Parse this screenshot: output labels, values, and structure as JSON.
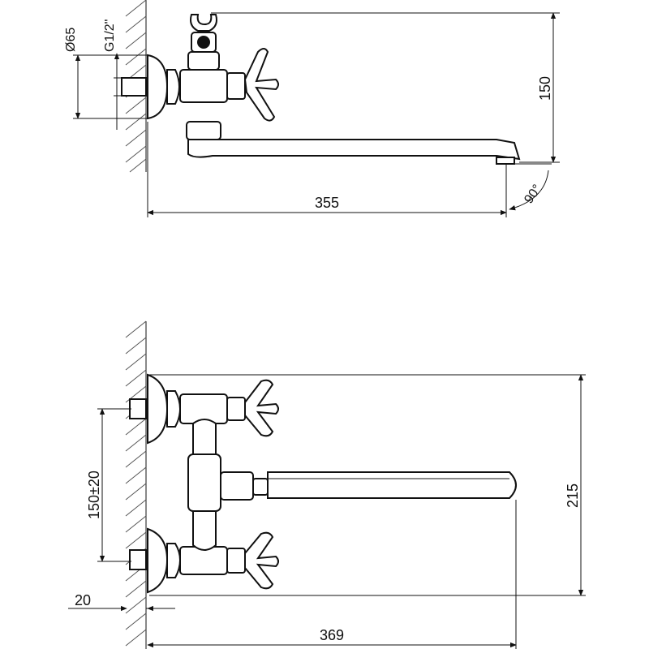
{
  "top_view": {
    "dimensions": {
      "diameter_label": "Ø65",
      "thread_label": "G1/2\"",
      "height_label": "150",
      "length_label": "355",
      "angle_label": "90°"
    }
  },
  "front_view": {
    "dimensions": {
      "spacing_label": "150±20",
      "height_label": "215",
      "offset_label": "20",
      "length_label": "369"
    }
  },
  "colors": {
    "line": "#111111",
    "hatch": "#555555",
    "background": "#ffffff"
  }
}
